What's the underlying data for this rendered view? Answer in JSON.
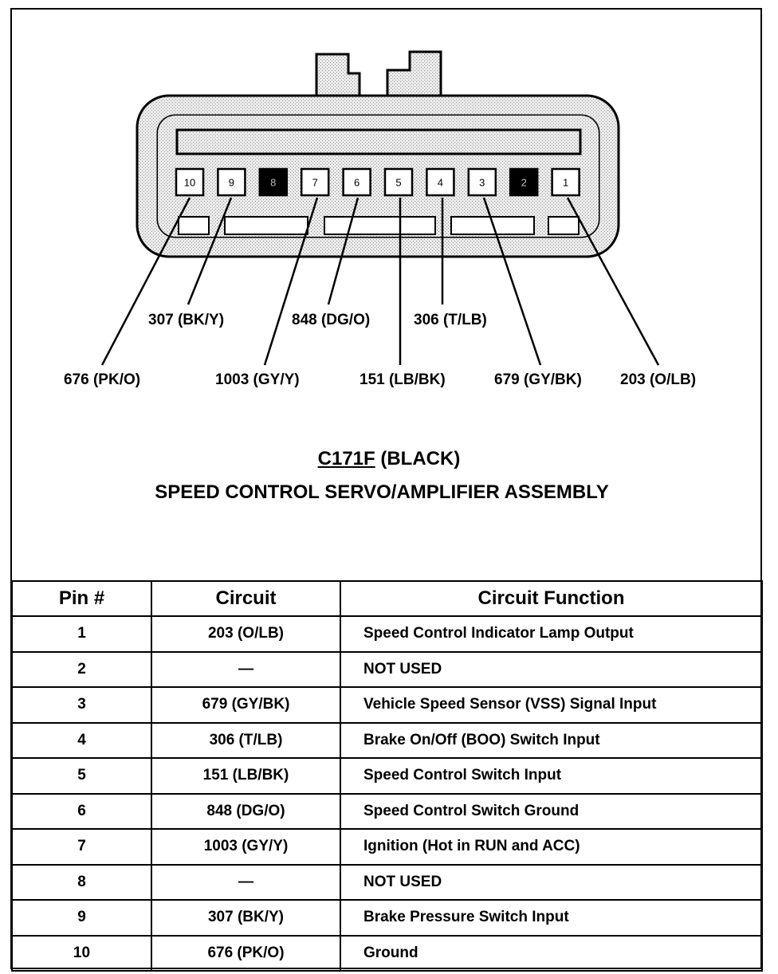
{
  "connector": {
    "id": "C171F",
    "color": "(BLACK)",
    "name": "SPEED CONTROL SERVO/AMPLIFIER ASSEMBLY"
  },
  "pins": [
    {
      "num": "10",
      "filled": false
    },
    {
      "num": "9",
      "filled": false
    },
    {
      "num": "8",
      "filled": true
    },
    {
      "num": "7",
      "filled": false
    },
    {
      "num": "6",
      "filled": false
    },
    {
      "num": "5",
      "filled": false
    },
    {
      "num": "4",
      "filled": false
    },
    {
      "num": "3",
      "filled": false
    },
    {
      "num": "2",
      "filled": true
    },
    {
      "num": "1",
      "filled": false
    }
  ],
  "wire_labels": {
    "pin10": "676 (PK/O)",
    "pin9": "307 (BK/Y)",
    "pin7": "1003 (GY/Y)",
    "pin6": "848 (DG/O)",
    "pin5": "151 (LB/BK)",
    "pin4": "306 (T/LB)",
    "pin3": "679 (GY/BK)",
    "pin1": "203 (O/LB)"
  },
  "table": {
    "headers": [
      "Pin #",
      "Circuit",
      "Circuit Function"
    ],
    "rows": [
      [
        "1",
        "203 (O/LB)",
        "Speed Control Indicator Lamp Output"
      ],
      [
        "2",
        "—",
        "NOT USED"
      ],
      [
        "3",
        "679 (GY/BK)",
        "Vehicle Speed Sensor (VSS) Signal Input"
      ],
      [
        "4",
        "306 (T/LB)",
        "Brake On/Off (BOO) Switch Input"
      ],
      [
        "5",
        "151 (LB/BK)",
        "Speed Control Switch Input"
      ],
      [
        "6",
        "848 (DG/O)",
        "Speed Control Switch Ground"
      ],
      [
        "7",
        "1003 (GY/Y)",
        "Ignition (Hot in RUN and ACC)"
      ],
      [
        "8",
        "—",
        "NOT USED"
      ],
      [
        "9",
        "307 (BK/Y)",
        "Brake Pressure Switch Input"
      ],
      [
        "10",
        "676 (PK/O)",
        "Ground"
      ]
    ]
  }
}
